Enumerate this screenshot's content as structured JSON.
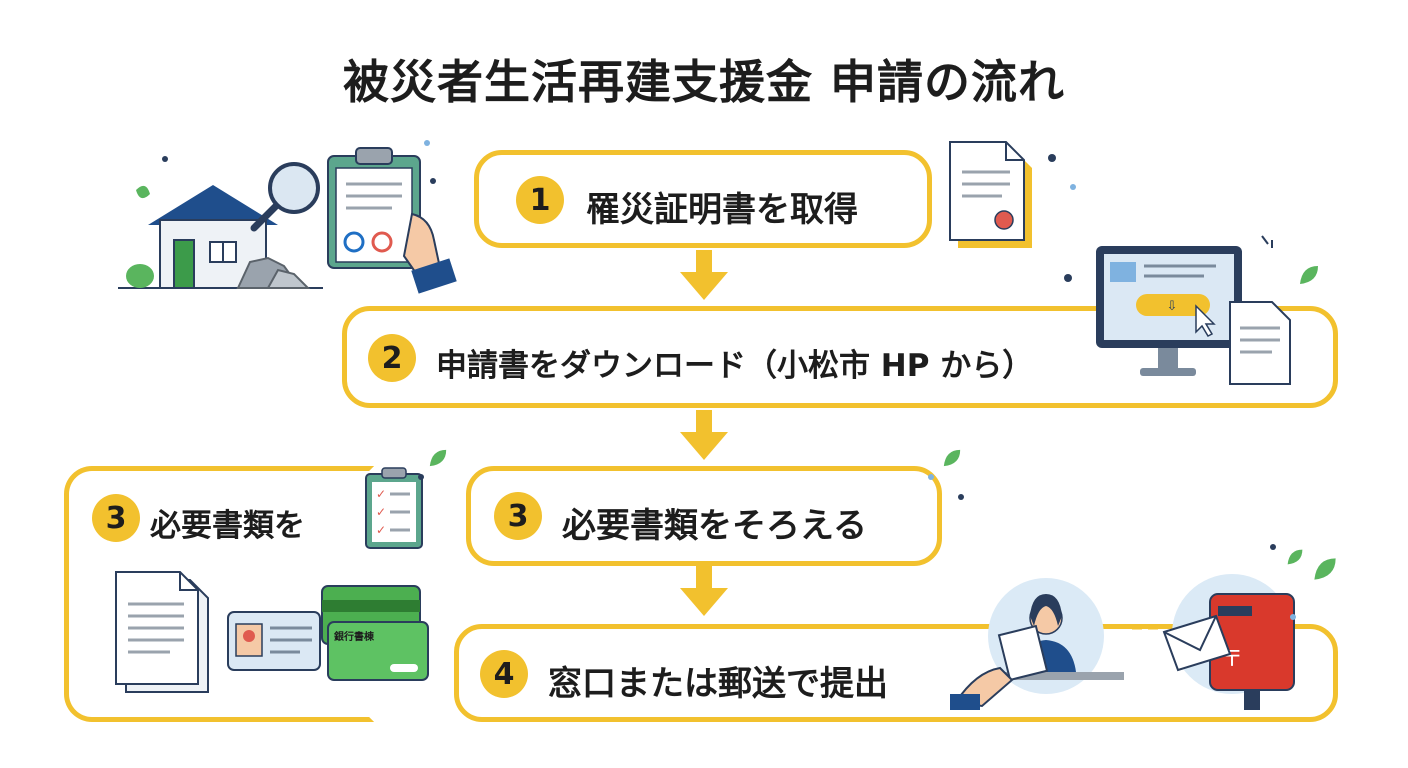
{
  "title": "被災者生活再建支援金 申請の流れ",
  "steps": [
    {
      "number": "1",
      "label": "罹災証明書を取得"
    },
    {
      "number": "2",
      "label": "申請書をダウンロード（小松市 HP から）"
    },
    {
      "number": "3",
      "label": "必要書類をそろえる"
    },
    {
      "number": "4",
      "label": "窓口または郵送で提出"
    }
  ],
  "side_step": {
    "number": "3",
    "label": "必要書類を"
  },
  "card_text": "銀行書棟",
  "colors": {
    "accent": "#f2c12e",
    "text": "#1d1d1d",
    "navy": "#1f4e8c",
    "green": "#4caf50"
  }
}
